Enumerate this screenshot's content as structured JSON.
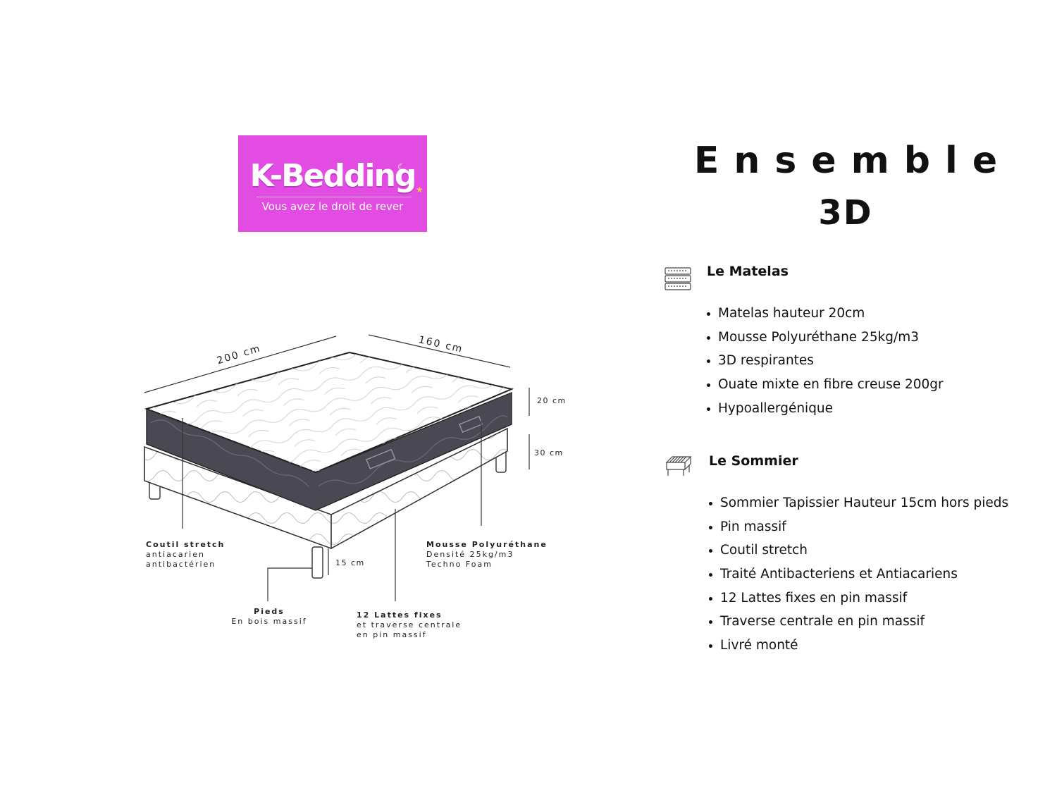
{
  "brand": {
    "name": "K-Bedding",
    "tagline": "Vous avez le droit de rever",
    "background_color": "#e24ce3"
  },
  "title": {
    "line1": "Ensemble",
    "line2": "3D"
  },
  "sections": {
    "matelas": {
      "heading": "Le Matelas",
      "icon": "mattress-icon",
      "items": [
        "Matelas hauteur 20cm",
        "Mousse Polyuréthane 25kg/m3",
        "3D respirantes",
        "Ouate mixte en fibre creuse 200gr",
        "Hypoallergénique"
      ]
    },
    "sommier": {
      "heading": "Le Sommier",
      "icon": "bed-base-icon",
      "items": [
        "Sommier Tapissier Hauteur 15cm hors pieds",
        "Pin massif",
        "Coutil stretch",
        "Traité Antibacteriens et Antiacariens",
        "12 Lattes fixes en pin massif",
        "Traverse centrale en pin massif",
        "Livré monté"
      ]
    }
  },
  "diagram": {
    "dimensions": {
      "length": "200 cm",
      "width": "160 cm",
      "mattress_height": "20 cm",
      "base_height": "30 cm",
      "leg_height": "15 cm"
    },
    "labels": {
      "coutil": {
        "title": "Coutil stretch",
        "line1": "antiacarien",
        "line2": "antibactérien"
      },
      "mousse": {
        "title": "Mousse Polyuréthane",
        "line1": "Densité 25kg/m3",
        "line2": "Techno Foam"
      },
      "pieds": {
        "title": "Pieds",
        "line1": "En bois massif"
      },
      "lattes": {
        "title": "12 Lattes fixes",
        "line1": "et traverse centrale",
        "line2": "en pin massif"
      }
    }
  }
}
